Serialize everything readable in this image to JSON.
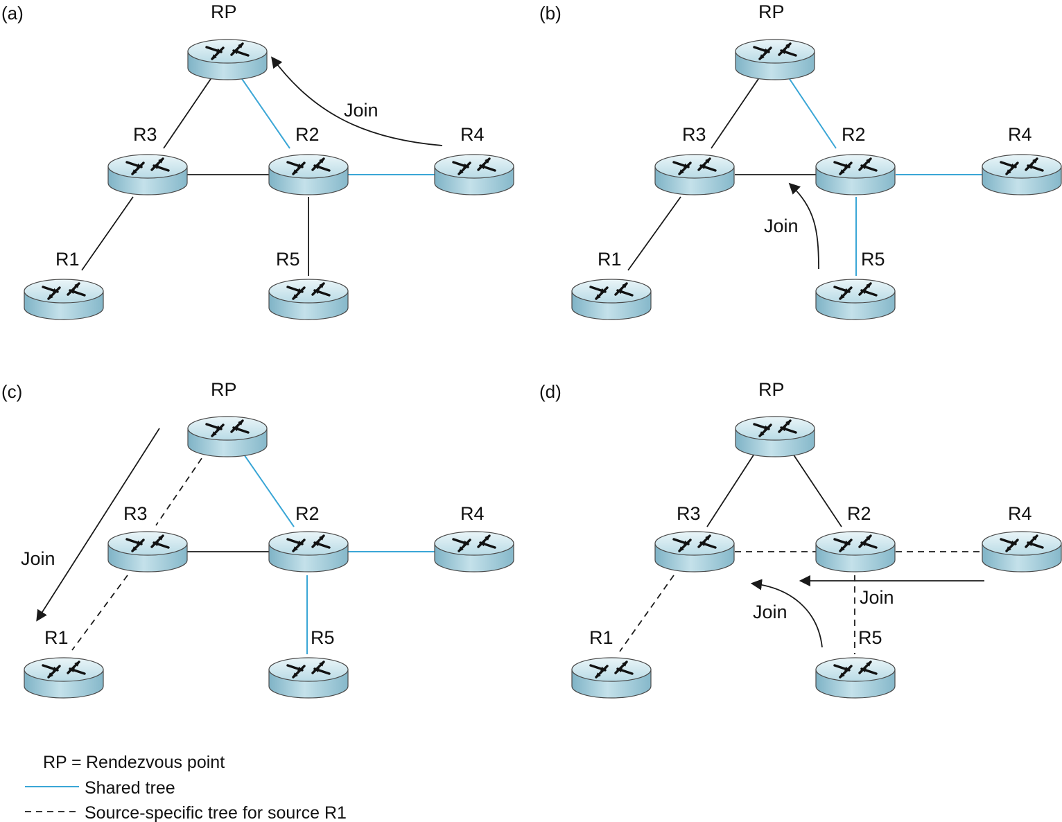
{
  "colors": {
    "shared": "#3aa6d6",
    "ink": "#1a1a1a",
    "router_top": "#cfe7ef",
    "router_side": "#9ec9d8",
    "router_edge": "#444444"
  },
  "panels": [
    {
      "label": "(a)",
      "nodes": [
        "RP",
        "R3",
        "R2",
        "R4",
        "R1",
        "R5"
      ],
      "joins": [
        "Join"
      ]
    },
    {
      "label": "(b)",
      "nodes": [
        "RP",
        "R3",
        "R2",
        "R4",
        "R1",
        "R5"
      ],
      "joins": [
        "Join"
      ]
    },
    {
      "label": "(c)",
      "nodes": [
        "RP",
        "R3",
        "R2",
        "R4",
        "R1",
        "R5"
      ],
      "joins": [
        "Join"
      ]
    },
    {
      "label": "(d)",
      "nodes": [
        "RP",
        "R3",
        "R2",
        "R4",
        "R1",
        "R5"
      ],
      "joins": [
        "Join",
        "Join"
      ]
    }
  ],
  "legend": {
    "rp_abbrev": "RP",
    "rp_eq": "=",
    "rp_text": "Rendezvous point",
    "shared_text": "Shared tree",
    "source_text": "Source-specific tree for source R1"
  }
}
